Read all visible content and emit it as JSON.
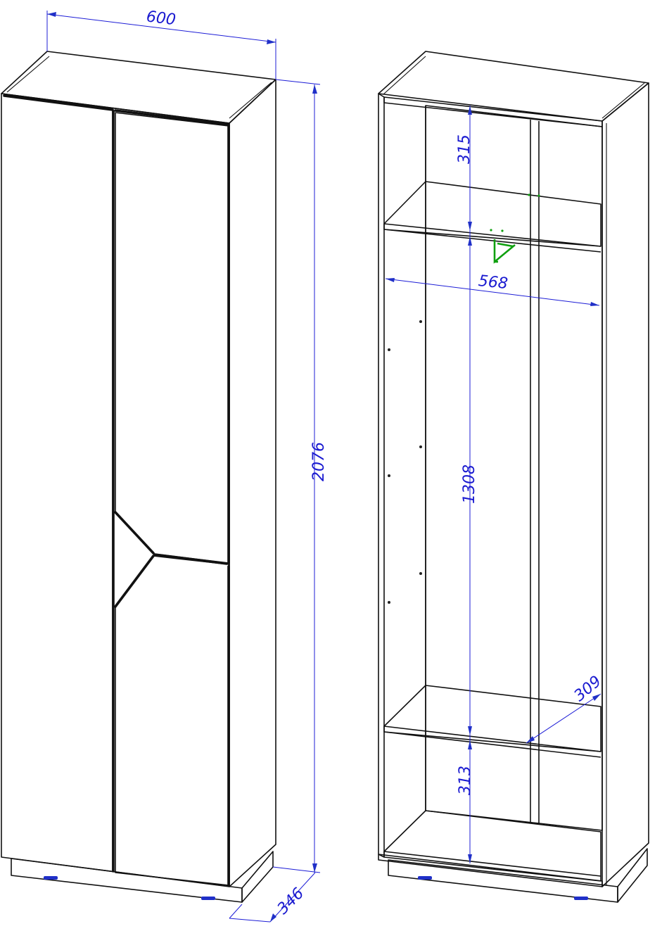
{
  "colors": {
    "outline": "#111111",
    "dimension": "#1c1cd6",
    "hanger": "#0fa00f"
  },
  "dimensions": {
    "width": "600",
    "height": "2076",
    "depth": "346",
    "inner_width": "568",
    "top_compartment": "315",
    "middle_compartment": "1308",
    "bottom_compartment": "313",
    "shelf_depth": "309"
  }
}
